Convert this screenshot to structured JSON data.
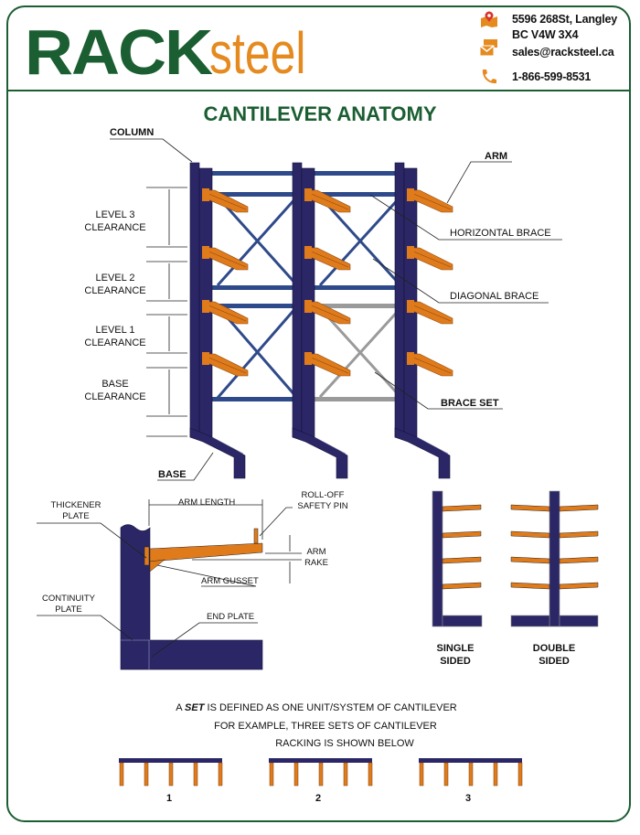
{
  "header": {
    "logo_primary": "RACK",
    "logo_secondary": "steel",
    "contact": [
      {
        "icon": "map-pin-icon",
        "text": "5596 268St, Langley"
      },
      {
        "icon": "",
        "text": "BC V4W 3X4"
      },
      {
        "icon": "envelope-icon",
        "text": "sales@racksteel.ca"
      },
      {
        "icon": "phone-icon",
        "text": "1-866-599-8531"
      }
    ]
  },
  "colors": {
    "brand_green": "#1b5e32",
    "brand_orange": "#e58a1f",
    "column_navy": "#2b2766",
    "brace_blue": "#2f4a8a",
    "brace_set_gray": "#9a9a9a",
    "arm_orange": "#e07b1c"
  },
  "title": "CANTILEVER ANATOMY",
  "anatomy": {
    "labels": {
      "column": "COLUMN",
      "arm": "ARM",
      "horizontal_brace": "HORIZONTAL BRACE",
      "diagonal_brace": "DIAGONAL BRACE",
      "brace_set": "BRACE SET",
      "base": "BASE"
    },
    "clearances": [
      {
        "line1": "LEVEL 3",
        "line2": "CLEARANCE"
      },
      {
        "line1": "LEVEL 2",
        "line2": "CLEARANCE"
      },
      {
        "line1": "LEVEL 1",
        "line2": "CLEARANCE"
      },
      {
        "line1": "BASE",
        "line2": "CLEARANCE"
      }
    ]
  },
  "arm_detail": {
    "arm_length": "ARM LENGTH",
    "roll_off_line1": "ROLL-OFF",
    "roll_off_line2": "SAFETY PIN",
    "thickener_line1": "THICKENER",
    "thickener_line2": "PLATE",
    "arm_rake_line1": "ARM",
    "arm_rake_line2": "RAKE",
    "arm_gusset": "ARM GUSSET",
    "continuity_line1": "CONTINUITY",
    "continuity_line2": "PLATE",
    "end_plate": "END PLATE"
  },
  "sides": {
    "single_line1": "SINGLE",
    "single_line2": "SIDED",
    "double_line1": "DOUBLE",
    "double_line2": "SIDED"
  },
  "sets": {
    "line1_pre": "A ",
    "line1_em": "SET",
    "line1_post": " IS DEFINED AS ONE UNIT/SYSTEM OF CANTILEVER",
    "line2": "FOR EXAMPLE, THREE SETS OF CANTILEVER",
    "line3": "RACKING IS SHOWN BELOW",
    "numbers": [
      "1",
      "2",
      "3"
    ]
  }
}
